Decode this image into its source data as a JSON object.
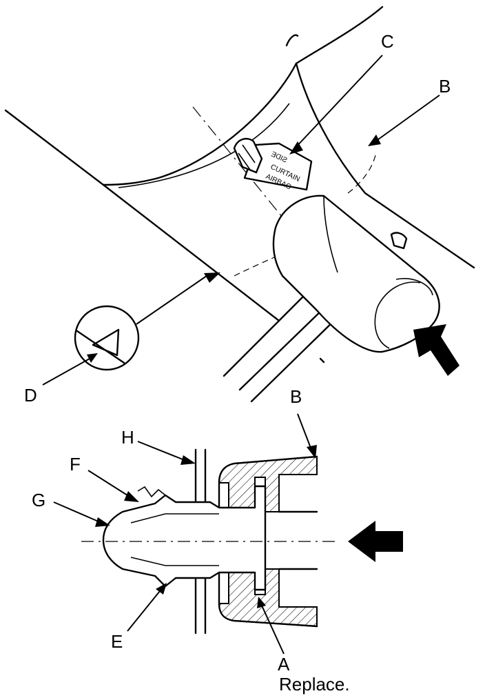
{
  "callouts": {
    "A": "A",
    "A_note": "Replace.",
    "B_top": "B",
    "B_bottom": "B",
    "C": "C",
    "D": "D",
    "E": "E",
    "F": "F",
    "G": "G",
    "H": "H"
  },
  "connector_label": {
    "line1": "SIDE",
    "line2": "CURTAIN",
    "line3": "AIRBAG"
  }
}
